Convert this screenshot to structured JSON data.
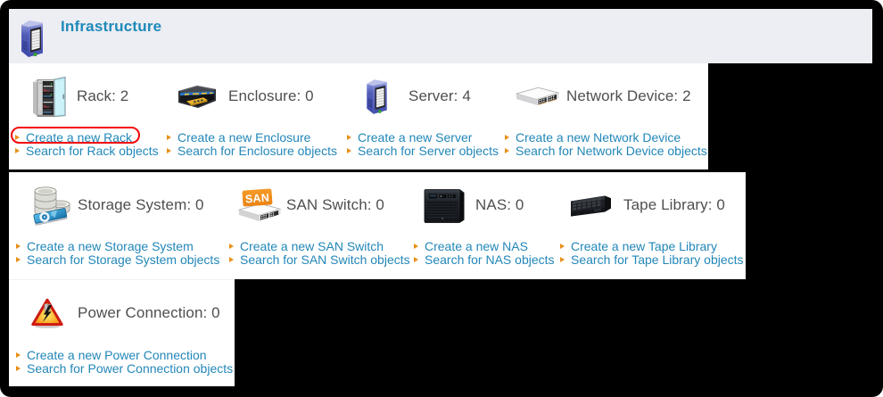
{
  "page": {
    "background": "#000000",
    "canvas_background": "#ffffff"
  },
  "header": {
    "title": "Infrastructure",
    "icon": "server-tower-icon",
    "background": "#ededf4",
    "title_color": "#1e8ab8"
  },
  "colors": {
    "link": "#2287b8",
    "bullet": "#e88f17",
    "title_text": "#4f4f4f",
    "panel": "#ffffff",
    "annotation": "#f50708"
  },
  "rows": [
    {
      "items": [
        {
          "name": "rack",
          "icon": "rack-icon",
          "title": "Rack: 2",
          "count": "2",
          "create_link": "Create a new Rack",
          "search_link": "Search for Rack objects",
          "annotated": true
        },
        {
          "name": "enclosure",
          "icon": "enclosure-icon",
          "title": "Enclosure: 0",
          "count": "0",
          "create_link": "Create a new Enclosure",
          "search_link": "Search for Enclosure objects"
        },
        {
          "name": "server",
          "icon": "server-icon",
          "title": "Server: 4",
          "count": "4",
          "create_link": "Create a new Server",
          "search_link": "Search for Server objects"
        },
        {
          "name": "network-device",
          "icon": "network-device-icon",
          "title": "Network Device: 2",
          "count": "2",
          "create_link": "Create a new Network Device",
          "search_link": "Search for Network Device objects"
        }
      ]
    },
    {
      "items": [
        {
          "name": "storage-system",
          "icon": "storage-system-icon",
          "title": "Storage System: 0",
          "count": "0",
          "create_link": "Create a new Storage System",
          "search_link": "Search for Storage System objects"
        },
        {
          "name": "san-switch",
          "icon": "san-switch-icon",
          "title": "SAN Switch: 0",
          "count": "0",
          "create_link": "Create a new SAN Switch",
          "search_link": "Search for SAN Switch objects"
        },
        {
          "name": "nas",
          "icon": "nas-icon",
          "title": "NAS: 0",
          "count": "0",
          "create_link": "Create a new NAS",
          "search_link": "Search for NAS objects"
        },
        {
          "name": "tape-library",
          "icon": "tape-library-icon",
          "title": "Tape Library: 0",
          "count": "0",
          "create_link": "Create a new Tape Library",
          "search_link": "Search for Tape Library objects"
        }
      ]
    },
    {
      "items": [
        {
          "name": "power-connection",
          "icon": "power-connection-icon",
          "title": "Power Connection: 0",
          "count": "0",
          "create_link": "Create a new Power Connection",
          "search_link": "Search for Power Connection objects"
        }
      ]
    }
  ],
  "annotation": {
    "shape": "ellipse",
    "color": "#f50708",
    "target": "create-rack-link"
  }
}
